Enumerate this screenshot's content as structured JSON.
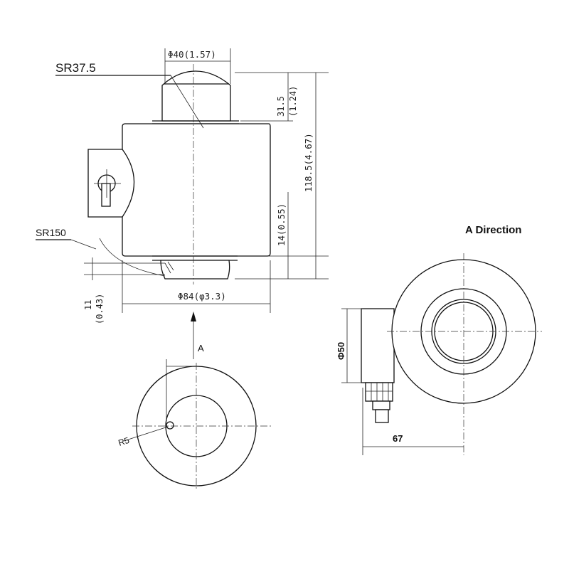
{
  "side_view": {
    "sr_top": "SR37.5",
    "sr_bottom": "SR150",
    "dia_top": "Φ40(1.57)",
    "height_top": "31.5",
    "height_top_in": "(1.24)",
    "height_total": "118.5(4.67)",
    "height_mid": "14(0.55)",
    "height_base": "11",
    "height_base_in": "(0.43)",
    "dia_body": "Φ84(φ3.3)"
  },
  "bottom_view": {
    "arrow_label": "A",
    "radius_label": "R5"
  },
  "a_direction_view": {
    "title": "A Direction",
    "dia_label": "Φ50",
    "width_label": "67"
  }
}
